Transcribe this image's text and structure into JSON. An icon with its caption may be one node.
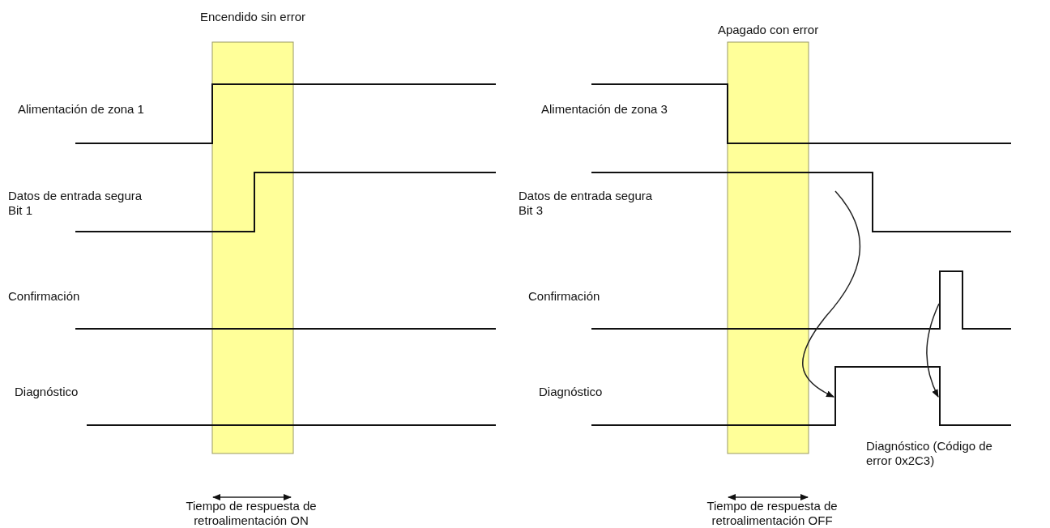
{
  "diagram": {
    "labels": [
      "Encendido sin error",
      "Apagado con error",
      "Alimentación de zona 1",
      "Alimentación de zona 3",
      "Datos de entrada segura Bit 1",
      "Datos de entrada segura Bit 3",
      "Confirmación",
      "Confirmación",
      "Diagnóstico",
      "Diagnóstico",
      "Diagnóstico (Código de error 0x2C3)",
      "Tiempo de respuesta de retroalimentación ON",
      "Tiempo de respuesta de retroalimentación OFF"
    ]
  }
}
